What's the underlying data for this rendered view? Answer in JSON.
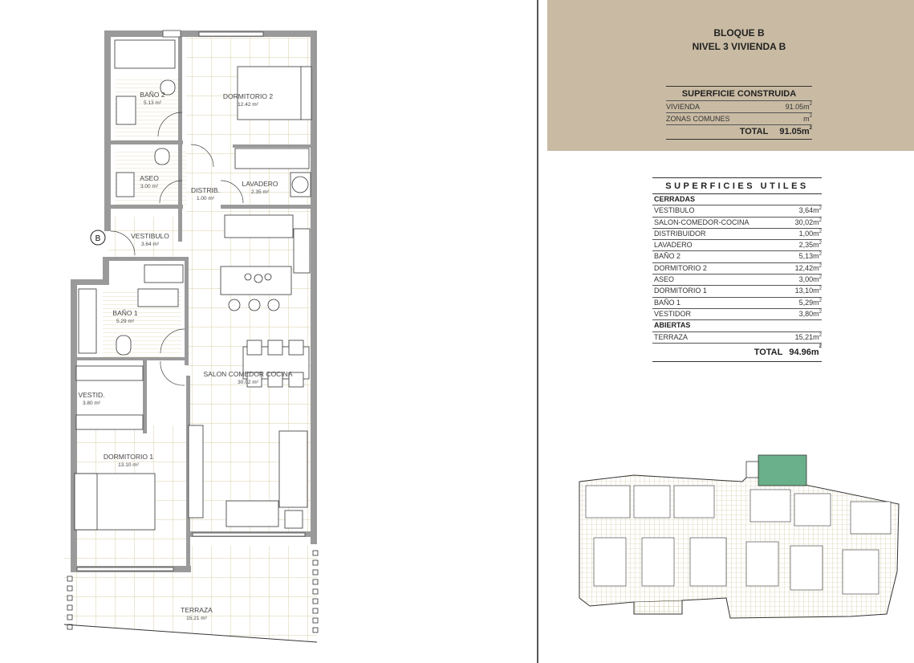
{
  "header": {
    "block": "BLOQUE B",
    "unit": "NIVEL 3 VIVIENDA B",
    "background_color": "#c9bba3"
  },
  "superficie_construida": {
    "title": "SUPERFICIE CONSTRUIDA",
    "rows": [
      {
        "label": "VIVIENDA",
        "value": "91.05",
        "unit": "m"
      },
      {
        "label": "ZONAS COMUNES",
        "value": "",
        "unit": "m"
      }
    ],
    "total_label": "TOTAL",
    "total_value": "91.05",
    "unit": "m",
    "exp": "2"
  },
  "superficies_utiles": {
    "title": "SUPERFICIES UTILES",
    "closed_label": "CERRADAS",
    "closed": [
      {
        "label": "VESTIBULO",
        "value": "3,64"
      },
      {
        "label": "SALON-COMEDOR-COCINA",
        "value": "30,02"
      },
      {
        "label": "DISTRIBUIDOR",
        "value": "1,00"
      },
      {
        "label": "LAVADERO",
        "value": "2,35"
      },
      {
        "label": "BAÑO 2",
        "value": "5,13"
      },
      {
        "label": "DORMITORIO 2",
        "value": "12,42"
      },
      {
        "label": "ASEO",
        "value": "3,00"
      },
      {
        "label": "DORMITORIO 1",
        "value": "13,10"
      },
      {
        "label": "BAÑO 1",
        "value": "5,29"
      },
      {
        "label": "VESTIDOR",
        "value": "3,80"
      }
    ],
    "open_label": "ABIERTAS",
    "open": [
      {
        "label": "TERRAZA",
        "value": "15,21"
      }
    ],
    "total_label": "TOTAL",
    "total_value": "94.96",
    "unit": "m",
    "exp": "2"
  },
  "plan": {
    "rooms": [
      {
        "name": "BAÑO 2",
        "area": "5.13 m²"
      },
      {
        "name": "DORMITORIO 2",
        "area": "12.42 m²"
      },
      {
        "name": "ASEO",
        "area": "3.00 m²"
      },
      {
        "name": "DISTRIB.",
        "area": "1.00 m²"
      },
      {
        "name": "LAVADERO",
        "area": "2.35 m²"
      },
      {
        "name": "VESTIBULO",
        "area": "3.64 m²"
      },
      {
        "name": "BAÑO 1",
        "area": "5.29 m²"
      },
      {
        "name": "SALON COMEDOR COCINA",
        "area": "30.02 m²"
      },
      {
        "name": "VESTID.",
        "area": "3.80 m²"
      },
      {
        "name": "DORMITORIO 1",
        "area": "13.10 m²"
      },
      {
        "name": "TERRAZA",
        "area": "15.21 m²"
      }
    ],
    "entrance_marker": "B",
    "wall_color": "#9a9a9a",
    "grid_color": "#d9cfa6"
  }
}
